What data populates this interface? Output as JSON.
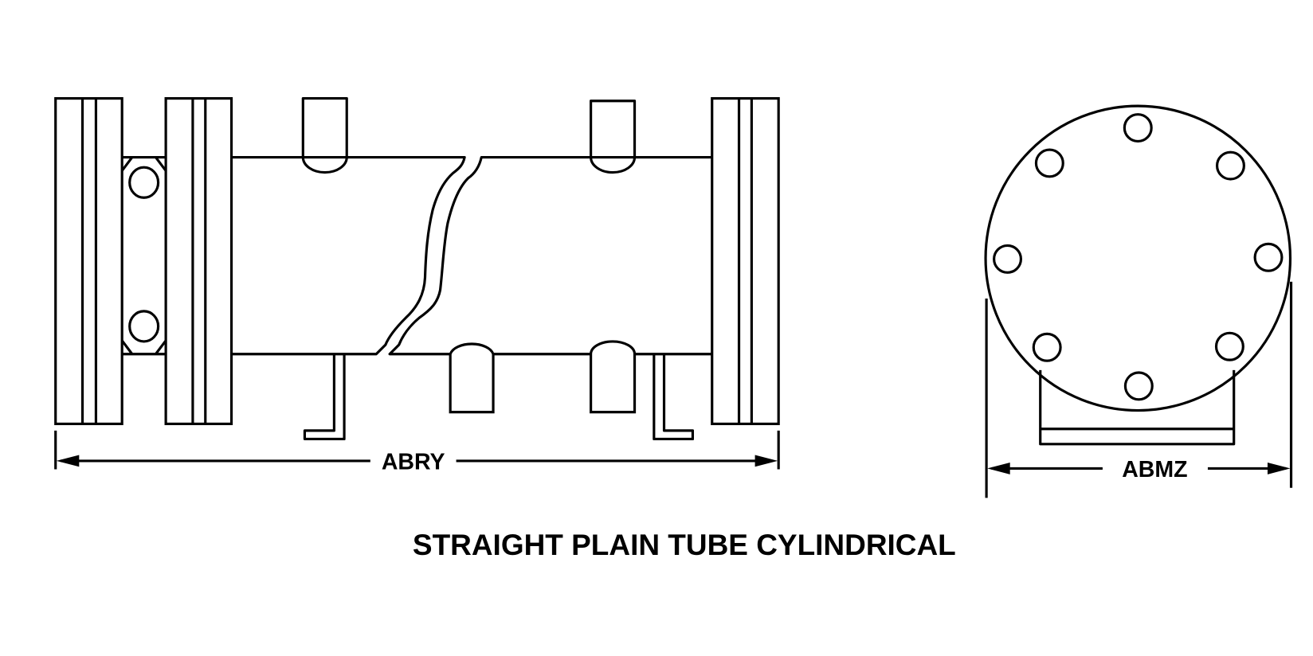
{
  "diagram": {
    "title": "STRAIGHT PLAIN TUBE CYLINDRICAL",
    "side_view": {
      "dimension_label": "ABRY"
    },
    "end_view": {
      "dimension_label": "ABMZ",
      "bolt_hole_count": 8
    },
    "line_color": "#000000",
    "background_color": "#ffffff"
  }
}
